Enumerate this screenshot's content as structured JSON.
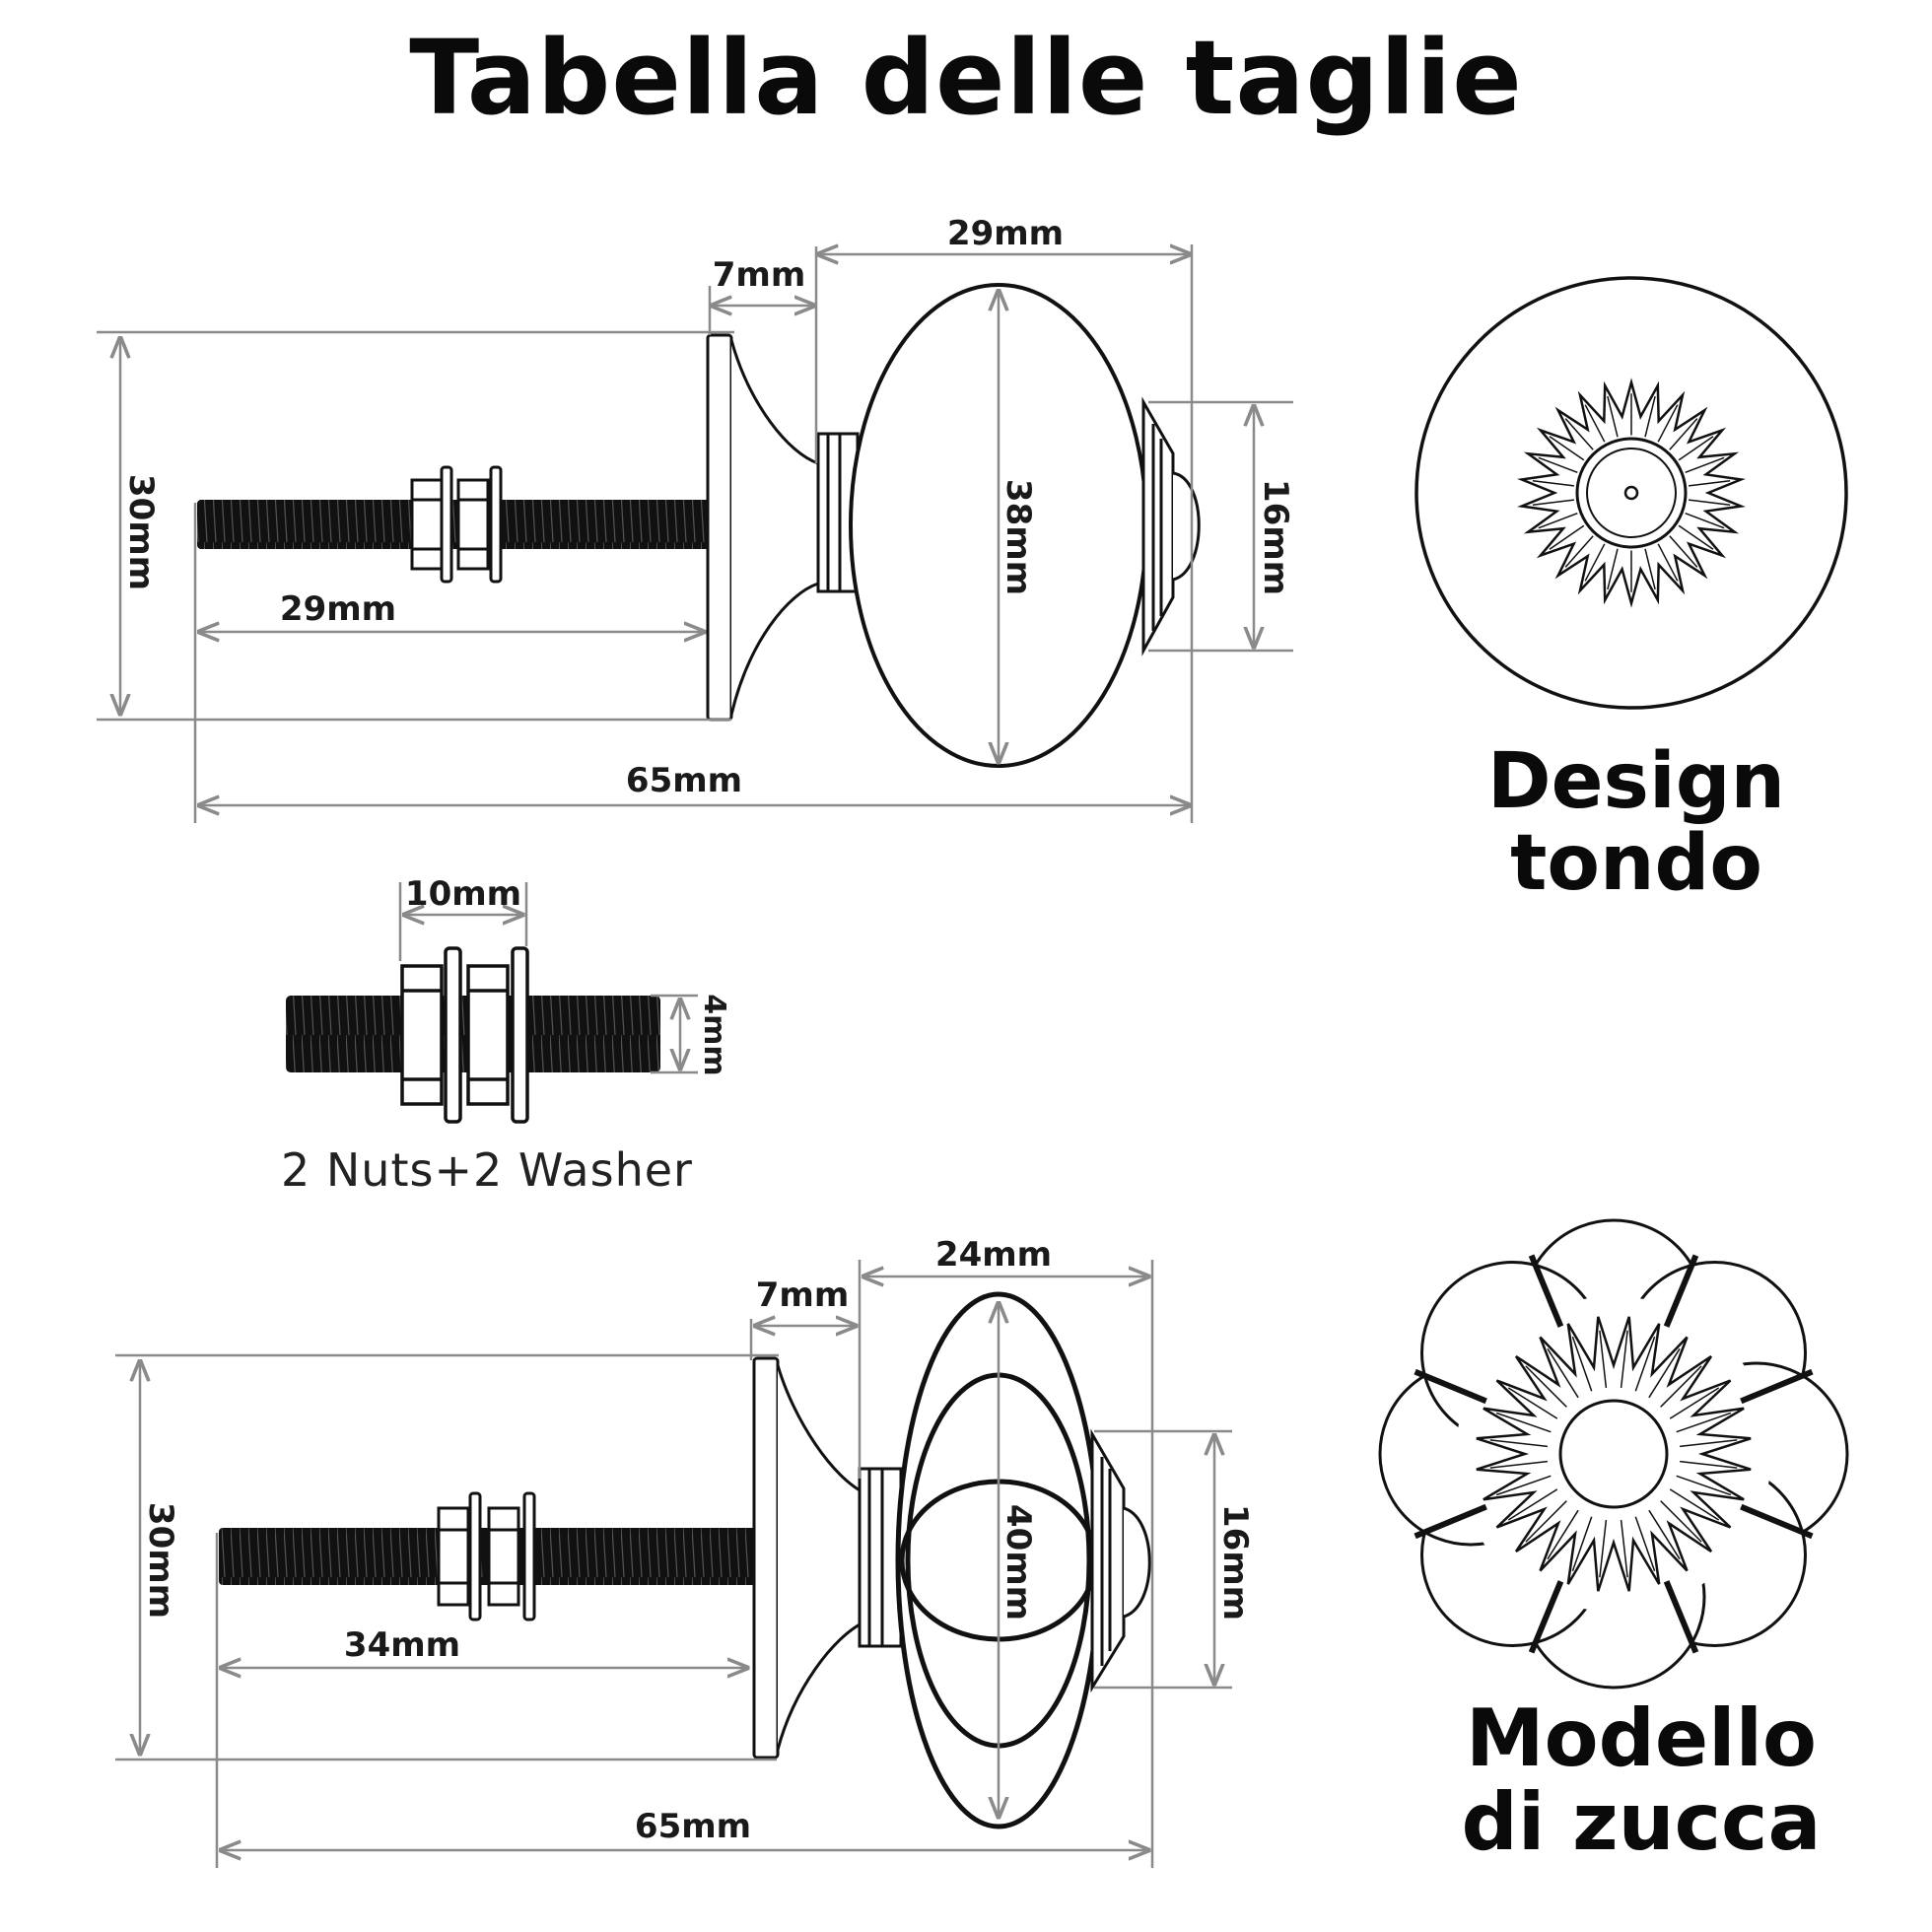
{
  "title": "Tabella delle taglie",
  "knob_round": {
    "label_line1": "Design",
    "label_line2": "tondo",
    "dims": {
      "base_width": "7mm",
      "head_width": "29mm",
      "height": "30mm",
      "head_diameter": "38mm",
      "cap_diameter": "16mm",
      "screw_length": "29mm",
      "total_length": "65mm"
    }
  },
  "hardware": {
    "nut_width": "10mm",
    "screw_diameter": "4mm",
    "caption": "2 Nuts+2 Washer"
  },
  "knob_pumpkin": {
    "label_line1": "Modello",
    "label_line2": "di zucca",
    "dims": {
      "base_width": "7mm",
      "head_width": "24mm",
      "height": "30mm",
      "head_diameter": "40mm",
      "cap_diameter": "16mm",
      "screw_length": "34mm",
      "total_length": "65mm"
    }
  },
  "colors": {
    "ink": "#111111",
    "dimension_line": "#8a8a8a"
  }
}
